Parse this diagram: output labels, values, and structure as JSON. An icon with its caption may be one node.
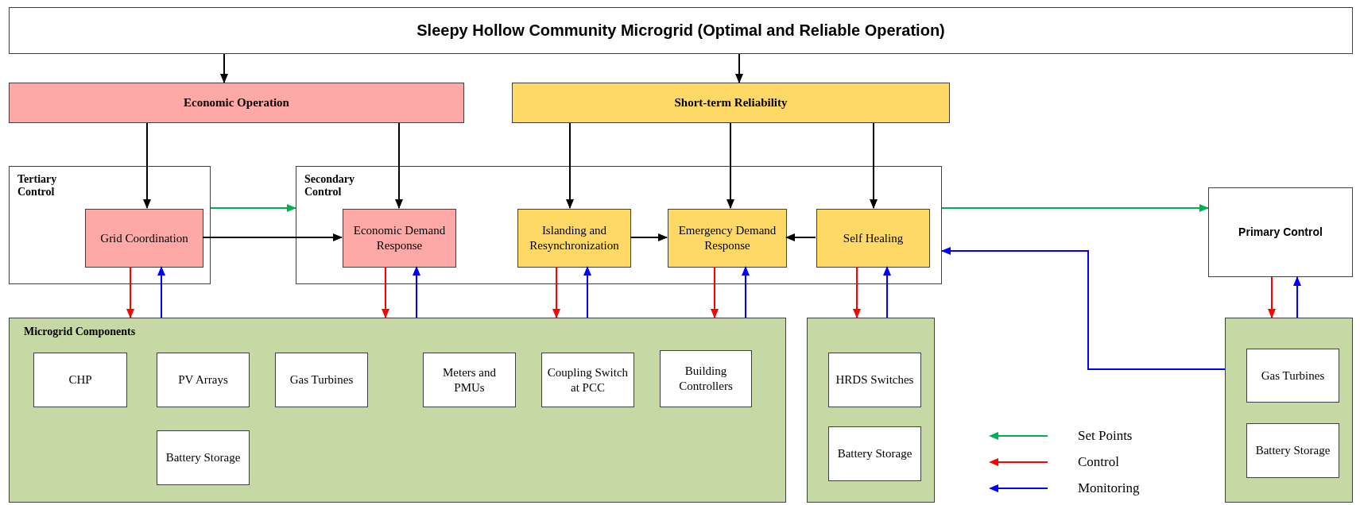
{
  "diagram": {
    "nodes": [
      {
        "text": [
          "Sleepy Hollow Community Microgrid (Optimal and Reliable Operation)"
        ]
      },
      {
        "text": [
          "Economic Operation"
        ]
      },
      {
        "text": [
          "Short-term Reliability"
        ]
      },
      {
        "text": [
          "Tertiary Control"
        ]
      },
      {
        "text": [
          "Grid Coordination"
        ],
        "in": 3
      },
      {
        "text": [
          "Secondary Control"
        ]
      },
      {
        "text": [
          "Economic Demand Response"
        ],
        "in": 5
      },
      {
        "text": [
          "Islanding and Resynchronization"
        ],
        "in": 5
      },
      {
        "text": [
          "Emergency Demand Response"
        ],
        "in": 5
      },
      {
        "text": [
          "Self Healing"
        ],
        "in": 5
      },
      {
        "text": [
          "Primary Control"
        ]
      },
      {
        "text": [
          "Microgrid Components"
        ]
      },
      {
        "text": [
          "CHP"
        ],
        "in": 11
      },
      {
        "text": [
          "PV Arrays"
        ],
        "in": 11
      },
      {
        "text": [
          "Gas Turbines"
        ],
        "in": 11
      },
      {
        "text": [
          "Meters and PMUs"
        ],
        "in": 11
      },
      {
        "text": [
          "Coupling Switch at PCC"
        ],
        "in": 11
      },
      {
        "text": [
          "Building Controllers"
        ],
        "in": 11
      },
      {
        "text": [
          "Battery Storage"
        ],
        "in": 11
      },
      {
        "text": [],
        "shape": "box"
      },
      {
        "text": [
          "HRDS Switches"
        ],
        "in": 19
      },
      {
        "text": [
          "Battery Storage"
        ],
        "in": 19
      },
      {
        "text": [],
        "shape": "box"
      },
      {
        "text": [
          "Gas Turbines"
        ],
        "in": 22
      },
      {
        "text": [
          "Battery Storage"
        ],
        "in": 22
      }
    ],
    "edges": [
      {
        "from": 0,
        "to": 1,
        "arrow": "to"
      },
      {
        "from": 0,
        "to": 2,
        "arrow": "to"
      },
      {
        "from": 1,
        "to": 4,
        "arrow": "to"
      },
      {
        "from": 1,
        "to": 6,
        "arrow": "to"
      },
      {
        "from": 2,
        "to": 7,
        "arrow": "to"
      },
      {
        "from": 2,
        "to": 8,
        "arrow": "to"
      },
      {
        "from": 2,
        "to": 9,
        "arrow": "to"
      },
      {
        "from": 3,
        "to": 5,
        "arrow": "to",
        "color": "#00b050"
      },
      {
        "from": 4,
        "to": 6,
        "arrow": "to"
      },
      {
        "from": 7,
        "to": 8,
        "arrow": "to"
      },
      {
        "from": 9,
        "to": 8,
        "arrow": "to"
      },
      {
        "from": 5,
        "to": 10,
        "arrow": "to",
        "color": "#00b050"
      },
      {
        "from": 4,
        "to": 11,
        "arrow": "to",
        "color": "#ff0000"
      },
      {
        "from": 11,
        "to": 4,
        "arrow": "to",
        "color": "#0000ff"
      },
      {
        "from": 6,
        "to": 11,
        "arrow": "to",
        "color": "#ff0000"
      },
      {
        "from": 11,
        "to": 6,
        "arrow": "to",
        "color": "#0000ff"
      },
      {
        "from": 7,
        "to": 11,
        "arrow": "to",
        "color": "#ff0000"
      },
      {
        "from": 11,
        "to": 7,
        "arrow": "to",
        "color": "#0000ff"
      },
      {
        "from": 8,
        "to": 11,
        "arrow": "to",
        "color": "#ff0000"
      },
      {
        "from": 11,
        "to": 8,
        "arrow": "to",
        "color": "#0000ff"
      },
      {
        "from": 9,
        "to": 19,
        "arrow": "to",
        "color": "#ff0000"
      },
      {
        "from": 19,
        "to": 9,
        "arrow": "to",
        "color": "#0000ff"
      },
      {
        "from": 10,
        "to": 22,
        "arrow": "to",
        "color": "#ff0000"
      },
      {
        "from": 22,
        "to": 10,
        "arrow": "to",
        "color": "#0000ff"
      },
      {
        "from": 22,
        "to": 5,
        "arrow": "to",
        "color": "#0000ff"
      }
    ],
    "legend": [
      {
        "text": "Set Points"
      },
      {
        "text": "Control"
      },
      {
        "text": "Monitoring"
      }
    ]
  }
}
